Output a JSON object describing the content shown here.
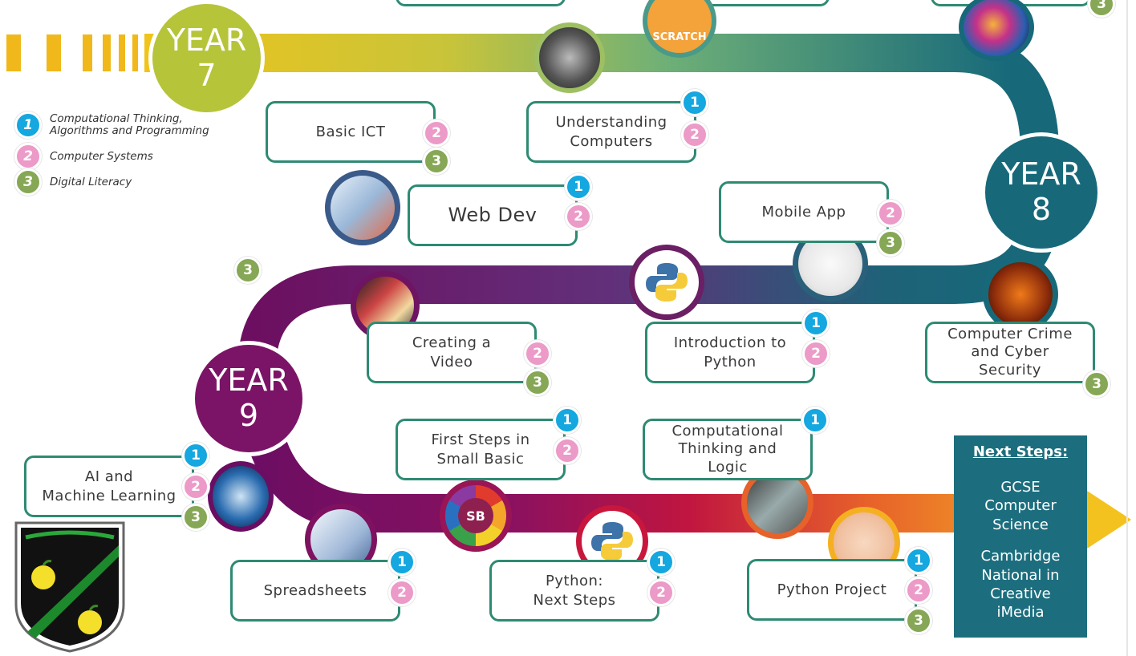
{
  "years": {
    "y7": {
      "label": "YEAR",
      "num": "7"
    },
    "y8": {
      "label": "YEAR",
      "num": "8"
    },
    "y9": {
      "label": "YEAR",
      "num": "9"
    }
  },
  "legend": [
    {
      "num": "1",
      "text": "Computational Thinking,\nAlgorithms and Programming"
    },
    {
      "num": "2",
      "text": "Computer Systems"
    },
    {
      "num": "3",
      "text": "Digital Literacy"
    }
  ],
  "modules": {
    "basic_ict": "Basic ICT",
    "understanding_computers": "Understanding\nComputers",
    "web_dev": "Web Dev",
    "mobile_app": "Mobile App",
    "creating_video": "Creating a\nVideo",
    "intro_python": "Introduction to\nPython",
    "computer_crime": "Computer Crime\nand Cyber\nSecurity",
    "ai_ml": "AI and\nMachine Learning",
    "first_steps": "First Steps in\nSmall Basic",
    "comp_thinking": "Computational\nThinking and\nLogic",
    "spreadsheets": "Spreadsheets",
    "python_next": "Python:\nNext Steps",
    "python_project": "Python Project"
  },
  "badges": {
    "one": "1",
    "two": "2",
    "three": "3"
  },
  "scratch_label": "SCRATCH",
  "small_basic_label": "SB",
  "next_steps": {
    "heading": "Next Steps:",
    "items": [
      "GCSE\nComputer\nScience",
      "Cambridge\nNational in\nCreative\niMedia"
    ]
  },
  "colors": {
    "year7": "#b9c53a",
    "year8": "#17697a",
    "year9": "#7b1466",
    "badge1": "#14a7e0",
    "badge2": "#ec9ac8",
    "badge3": "#86a755",
    "box_border": "#2e8a73"
  }
}
